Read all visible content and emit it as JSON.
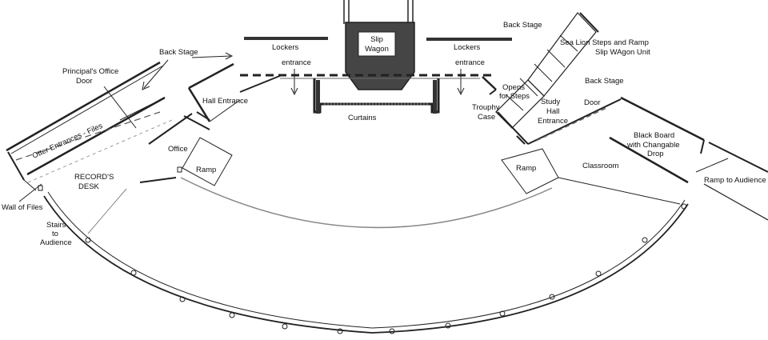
{
  "labels": {
    "slip_wagon_1": "Slip",
    "slip_wagon_2": "Wagon",
    "lockers_left": "Lockers",
    "lockers_right": "Lockers",
    "entrance_left": "entrance",
    "entrance_right": "entrance",
    "curtains": "Curtains",
    "back_stage_top_right": "Back Stage",
    "sea_lion_1": "Sea Lion Steps and Ramp",
    "sea_lion_2": "Slip WAgon Unit",
    "back_stage_left": "Back Stage",
    "principal_1": "Principal's Office",
    "principal_2": "Door",
    "hall_entrance": "Hall Entrance",
    "otter_entrances": "Otter Entrances - Files",
    "office": "Office",
    "ramp_left": "Ramp",
    "records_1": "RECORD'S",
    "records_2": "DESK",
    "wall_of_files": "Wall of Files",
    "stairs_1": "Stairs",
    "stairs_2": "to",
    "stairs_3": "Audience",
    "opens_1": "Opens",
    "opens_2": "for Steps",
    "trophy_1": "Trouphy",
    "trophy_2": "Case",
    "study_1": "Study",
    "study_2": "Hall",
    "study_3": "Entrance",
    "back_stage_right": "Back Stage",
    "door_right": "Door",
    "blackboard_1": "Black Board",
    "blackboard_2": "with Changable",
    "blackboard_3": "Drop",
    "ramp_center_right": "Ramp",
    "classroom": "Classroom",
    "ramp_to_audience": "Ramp to Audience"
  }
}
